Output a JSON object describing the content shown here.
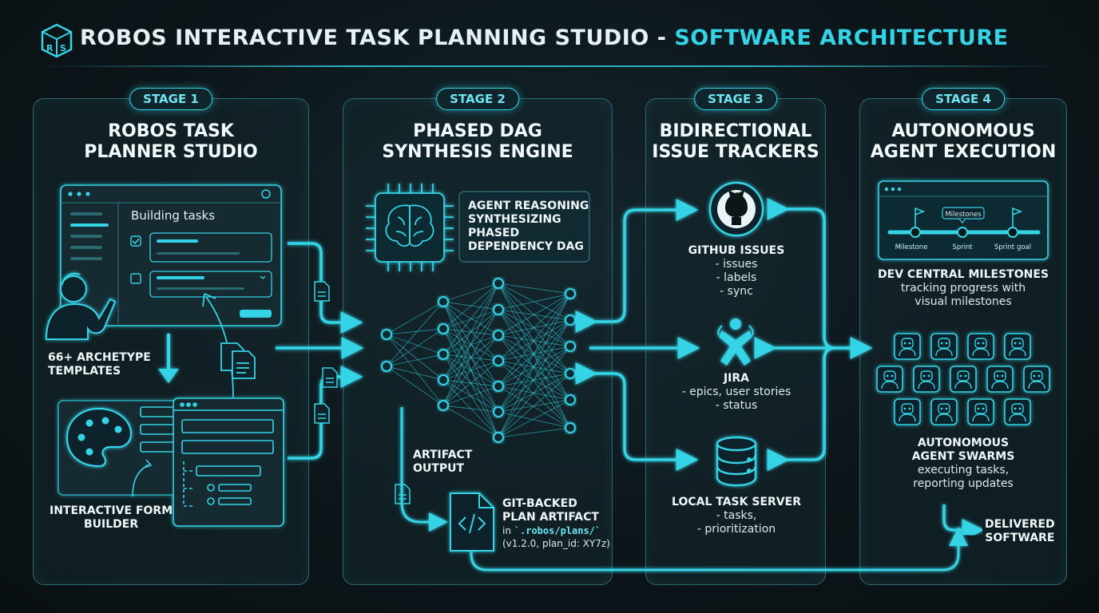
{
  "header": {
    "title_main": "ROBOS INTERACTIVE TASK PLANNING STUDIO - ",
    "title_accent": "SOFTWARE ARCHITECTURE"
  },
  "colors": {
    "accent": "#35d3e6",
    "panel_border": "#2f6770",
    "background": "#0c1519"
  },
  "stage1": {
    "pill": "STAGE 1",
    "title_line1": "ROBOS TASK",
    "title_line2": "PLANNER STUDIO",
    "window_heading": "Building tasks",
    "templates_line1": "66+ ARCHETYPE",
    "templates_line2": "TEMPLATES",
    "form_builder_line1": "INTERACTIVE FORM",
    "form_builder_line2": "BUILDER"
  },
  "stage2": {
    "pill": "STAGE 2",
    "title_line1": "PHASED DAG",
    "title_line2": "SYNTHESIS ENGINE",
    "reasoning_lines": [
      "AGENT REASONING",
      "SYNTHESIZING",
      "PHASED",
      "DEPENDENCY DAG"
    ],
    "artifact_output_line1": "ARTIFACT",
    "artifact_output_line2": "OUTPUT",
    "plan_line1": "GIT-BACKED",
    "plan_line2": "PLAN ARTIFACT",
    "plan_path_prefix": "in ",
    "plan_path": "`.robos/plans/`",
    "plan_version": "(v1.2.0, plan_id: XY7z)"
  },
  "stage3": {
    "pill": "STAGE 3",
    "title_line1": "BIDIRECTIONAL",
    "title_line2": "ISSUE TRACKERS",
    "github_title": "GITHUB ISSUES",
    "github_items": [
      "- issues",
      "- labels",
      "- sync"
    ],
    "jira_title": "JIRA",
    "jira_items": [
      "- epics, user stories",
      "- status"
    ],
    "local_title": "LOCAL TASK SERVER",
    "local_items": [
      "- tasks,",
      "- prioritization"
    ]
  },
  "stage4": {
    "pill": "STAGE 4",
    "title_line1": "AUTONOMOUS",
    "title_line2": "AGENT EXECUTION",
    "milestones_tooltip": "Milestones",
    "milestone_labels": [
      "Milestone",
      "Sprint",
      "Sprint goal"
    ],
    "milestones_title": "DEV CENTRAL MILESTONES",
    "milestones_desc_line1": "tracking progress with",
    "milestones_desc_line2": "visual milestones",
    "swarm_title_line1": "AUTONOMOUS",
    "swarm_title_line2": "AGENT SWARMS",
    "swarm_desc_line1": "executing tasks,",
    "swarm_desc_line2": "reporting updates",
    "delivered_line1": "DELIVERED",
    "delivered_line2": "SOFTWARE"
  }
}
